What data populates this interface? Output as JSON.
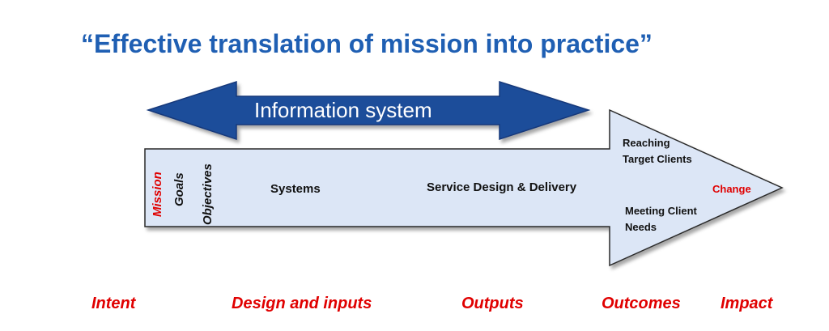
{
  "title": "“Effective translation of mission into practice”",
  "info_arrow": {
    "label": "Information system"
  },
  "main_arrow": {
    "vertical": {
      "mission": "Mission",
      "goals": "Goals",
      "objectives": "Objectives"
    },
    "systems": "Systems",
    "service": "Service Design & Delivery",
    "reaching": [
      "Reaching",
      "Target Clients"
    ],
    "meeting": [
      "Meeting Client",
      "Needs"
    ],
    "change": "Change"
  },
  "stages": {
    "intent": "Intent",
    "design": "Design and inputs",
    "outputs": "Outputs",
    "outcomes": "Outcomes",
    "impact": "Impact"
  },
  "colors": {
    "title": "#1f5fb3",
    "info_arrow_fill": "#1f4e9a",
    "main_arrow_fill": "#dce6f6",
    "accent_red": "#e00000"
  }
}
